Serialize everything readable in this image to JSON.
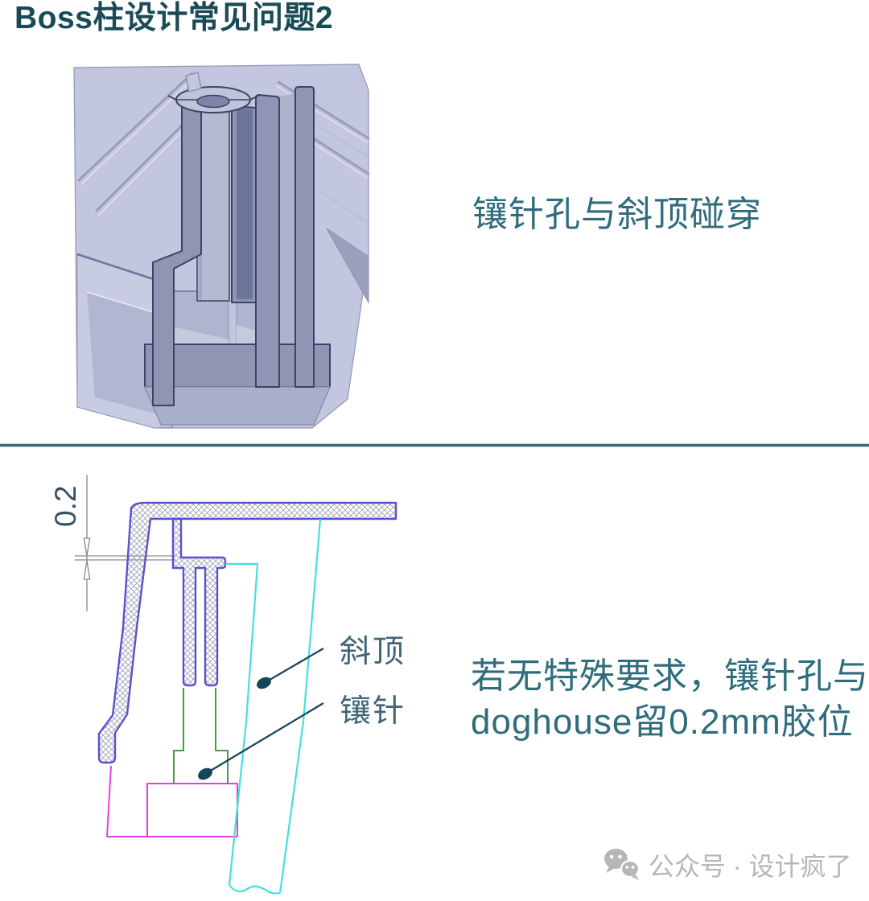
{
  "header": {
    "title": "Boss柱设计常见问题2"
  },
  "figure_top": {
    "caption": "镶针孔与斜顶碰穿",
    "image_alt": "3d-cad-section-of-boss-column-and-doghouse"
  },
  "figure_bottom": {
    "caption_line1": "若无特殊要求，镶针孔与",
    "caption_line2": "doghouse留0.2mm胶位",
    "drawing": {
      "dimension_label": "0.2",
      "label_lifter": "斜顶",
      "label_insert_pin": "镶针"
    }
  },
  "watermark": {
    "icon": "wechat-icon",
    "text": "公众号 · 设计疯了"
  },
  "colors": {
    "heading": "#1a4a55",
    "caption": "#2f6c7c",
    "divider": "#42687a",
    "part_outline": "#5b50cf",
    "lifter_cyan": "#45dede",
    "insert_pin_green": "#3f9e3f",
    "mold_magenta": "#e83ee0",
    "leader": "#17455a",
    "drawing_label": "#3f6577",
    "dimension_gray": "#8a8a8a",
    "watermark_gray": "#b6b6b6",
    "cad_panel": "#c2c6df",
    "cad_cut_face": "#8f96b3"
  }
}
